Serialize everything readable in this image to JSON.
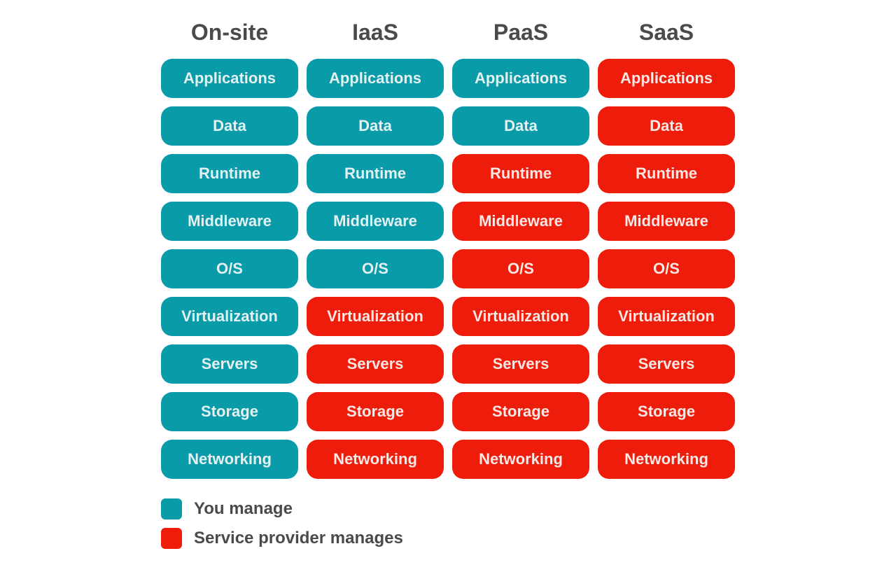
{
  "colors": {
    "you_manage": "#0a9ba8",
    "provider_manages": "#ee1c0a",
    "heading": "#4a4a4a"
  },
  "columns": [
    {
      "label": "On-site",
      "provider_from": 9
    },
    {
      "label": "IaaS",
      "provider_from": 5
    },
    {
      "label": "PaaS",
      "provider_from": 2
    },
    {
      "label": "SaaS",
      "provider_from": 0
    }
  ],
  "layers": [
    "Applications",
    "Data",
    "Runtime",
    "Middleware",
    "O/S",
    "Virtualization",
    "Servers",
    "Storage",
    "Networking"
  ],
  "legend": {
    "you_manage": "You manage",
    "provider_manages": "Service provider manages"
  }
}
